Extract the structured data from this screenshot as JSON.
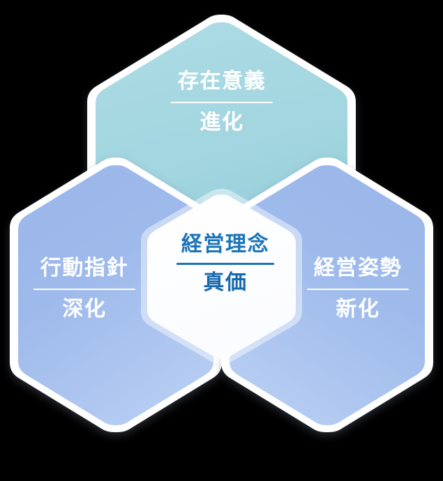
{
  "diagram": {
    "type": "venn-hexagon",
    "background_color": "#000000",
    "petal_count": 3,
    "nodes": [
      {
        "id": "top",
        "position": "top",
        "title": "存在意義",
        "subtitle": "進化",
        "text_color": "#ffffff",
        "fill_color": "#a2d6e1",
        "fill_color_alt": "#8fccdb",
        "border_color": "#ffffff"
      },
      {
        "id": "left",
        "position": "bottom-left",
        "title": "行動指針",
        "subtitle": "深化",
        "text_color": "#ffffff",
        "fill_color": "#8aa9e5",
        "fill_color_alt": "#a8c2ee",
        "border_color": "#ffffff"
      },
      {
        "id": "right",
        "position": "bottom-right",
        "title": "経営姿勢",
        "subtitle": "新化",
        "text_color": "#ffffff",
        "fill_color": "#8aa9e5",
        "fill_color_alt": "#a8c2ee",
        "border_color": "#ffffff"
      },
      {
        "id": "center",
        "position": "center",
        "title": "経営理念",
        "subtitle": "真価",
        "text_color": "#1c74b8",
        "fill_color": "#ffffff",
        "border_color": "#ffffff"
      }
    ]
  }
}
